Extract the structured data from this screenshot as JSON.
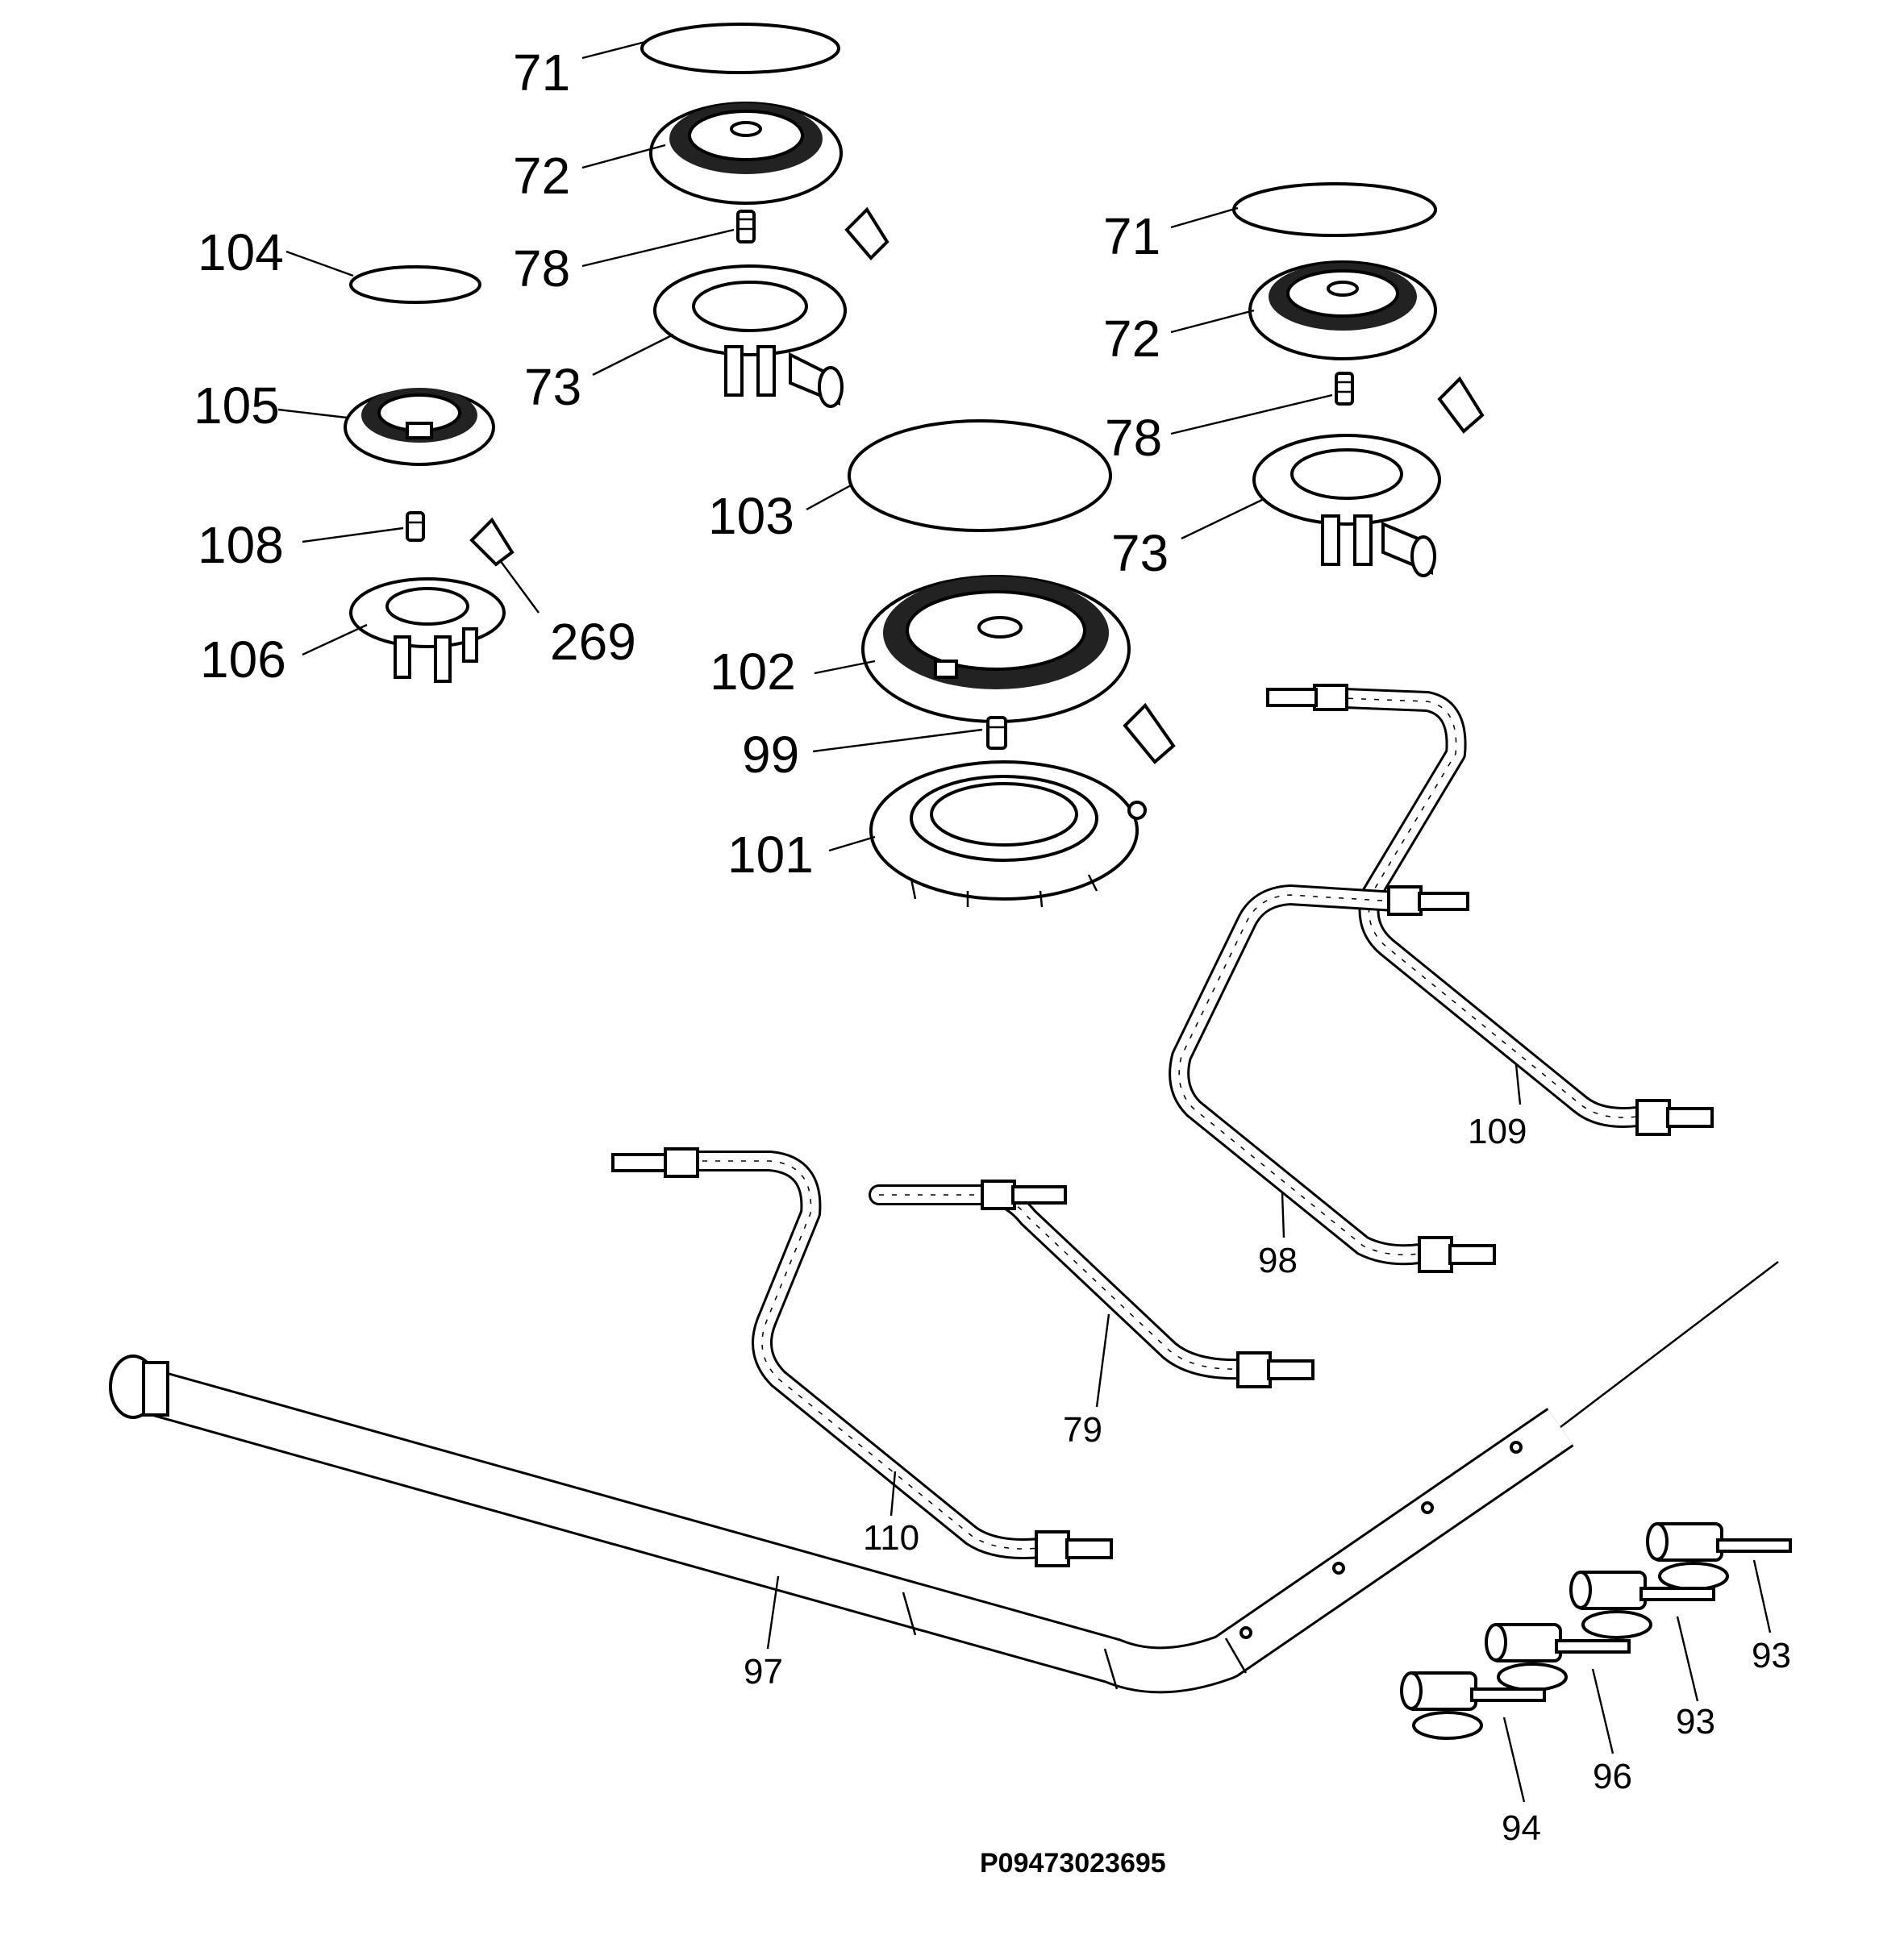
{
  "diagram": {
    "code": "P09473023695",
    "labels": {
      "l71a": "71",
      "l72a": "72",
      "l78a": "78",
      "l73a": "73",
      "l104": "104",
      "l105": "105",
      "l108": "108",
      "l269": "269",
      "l106": "106",
      "l71b": "71",
      "l72b": "72",
      "l78b": "78",
      "l73b": "73",
      "l103": "103",
      "l102": "102",
      "l99": "99",
      "l101": "101",
      "l109": "109",
      "l98": "98",
      "l79": "79",
      "l110": "110",
      "l97": "97",
      "l93a": "93",
      "l93b": "93",
      "l96": "96",
      "l94": "94"
    }
  }
}
